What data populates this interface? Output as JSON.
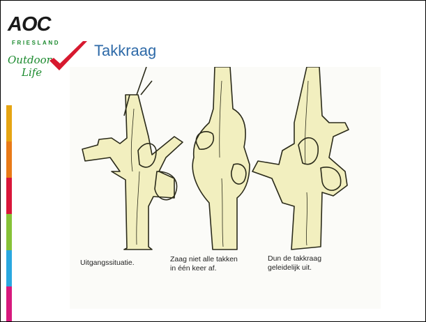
{
  "logo": {
    "brand": "AOC",
    "region": "FRIESLAND",
    "tagline_left": "Outdoor",
    "tagline_right": "Life"
  },
  "title": "Takkraag",
  "side_stripe_colors": [
    "#e6a512",
    "#e97a17",
    "#d9163a",
    "#86c237",
    "#2aa8e0",
    "#d7197d"
  ],
  "figure": {
    "captions": [
      {
        "lines": [
          "Uitgangssituatie."
        ]
      },
      {
        "lines": [
          "Zaag niet alle takken",
          "in één keer af."
        ]
      },
      {
        "lines": [
          "Dun de takkraag",
          "geleidelijk uit."
        ]
      }
    ],
    "bark_color": "#f2efbf",
    "outline_color": "#2a2a1a"
  }
}
